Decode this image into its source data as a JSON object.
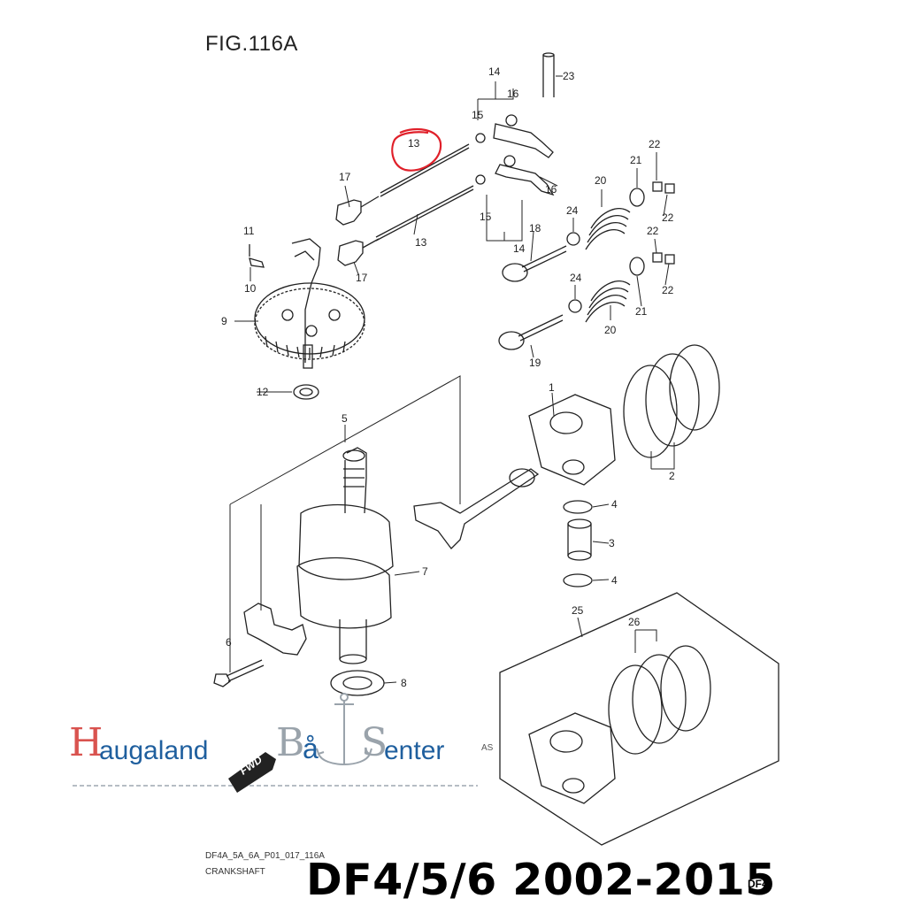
{
  "figure": {
    "title": "FIG.116A"
  },
  "callouts": [
    {
      "id": "c1",
      "text": "1"
    },
    {
      "id": "c2",
      "text": "2"
    },
    {
      "id": "c3",
      "text": "3"
    },
    {
      "id": "c4a",
      "text": "4"
    },
    {
      "id": "c4b",
      "text": "4"
    },
    {
      "id": "c5",
      "text": "5"
    },
    {
      "id": "c6",
      "text": "6"
    },
    {
      "id": "c7",
      "text": "7"
    },
    {
      "id": "c8",
      "text": "8"
    },
    {
      "id": "c9",
      "text": "9"
    },
    {
      "id": "c10",
      "text": "10"
    },
    {
      "id": "c11",
      "text": "11"
    },
    {
      "id": "c12",
      "text": "12"
    },
    {
      "id": "c13a",
      "text": "13"
    },
    {
      "id": "c13b",
      "text": "13"
    },
    {
      "id": "c14a",
      "text": "14"
    },
    {
      "id": "c14b",
      "text": "14"
    },
    {
      "id": "c15a",
      "text": "15"
    },
    {
      "id": "c15b",
      "text": "15"
    },
    {
      "id": "c16a",
      "text": "16"
    },
    {
      "id": "c16b",
      "text": "16"
    },
    {
      "id": "c17a",
      "text": "17"
    },
    {
      "id": "c17b",
      "text": "17"
    },
    {
      "id": "c18",
      "text": "18"
    },
    {
      "id": "c19",
      "text": "19"
    },
    {
      "id": "c20a",
      "text": "20"
    },
    {
      "id": "c20b",
      "text": "20"
    },
    {
      "id": "c21a",
      "text": "21"
    },
    {
      "id": "c21b",
      "text": "21"
    },
    {
      "id": "c22a",
      "text": "22"
    },
    {
      "id": "c22b",
      "text": "22"
    },
    {
      "id": "c22c",
      "text": "22"
    },
    {
      "id": "c22d",
      "text": "22"
    },
    {
      "id": "c23",
      "text": "23"
    },
    {
      "id": "c24a",
      "text": "24"
    },
    {
      "id": "c24b",
      "text": "24"
    },
    {
      "id": "c25",
      "text": "25"
    },
    {
      "id": "c26",
      "text": "26"
    }
  ],
  "highlight": {
    "part": "13",
    "color": "#e0202a"
  },
  "watermark": {
    "initial_h": "H",
    "rest_h": "augaland",
    "initial_b": "B",
    "rest_b": "å",
    "initial_s": "S",
    "rest_s": "enter",
    "suffix": "AS",
    "fwd": "FWD",
    "colors": {
      "red": "#d9534f",
      "blue": "#1f5f9e",
      "grey": "#9aa3ab"
    }
  },
  "footer": {
    "code": "DF4A_5A_6A_P01_017_116A",
    "name": "CRANKSHAFT",
    "model": "DF4/5/6 2002-2015",
    "cut": "DF4"
  }
}
